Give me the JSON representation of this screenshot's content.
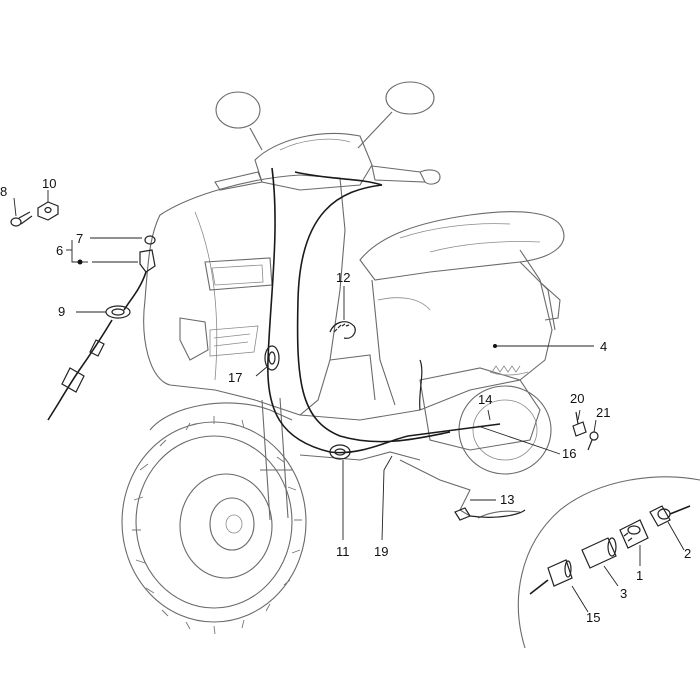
{
  "callouts": [
    {
      "id": "c1",
      "text": "1"
    },
    {
      "id": "c2",
      "text": "2"
    },
    {
      "id": "c3",
      "text": "3"
    },
    {
      "id": "c4",
      "text": "4"
    },
    {
      "id": "c6",
      "text": "6"
    },
    {
      "id": "c7",
      "text": "7"
    },
    {
      "id": "c8",
      "text": "8"
    },
    {
      "id": "c9",
      "text": "9"
    },
    {
      "id": "c10",
      "text": "10"
    },
    {
      "id": "c11",
      "text": "11"
    },
    {
      "id": "c12",
      "text": "12"
    },
    {
      "id": "c13",
      "text": "13"
    },
    {
      "id": "c14",
      "text": "14"
    },
    {
      "id": "c15",
      "text": "15"
    },
    {
      "id": "c16",
      "text": "16"
    },
    {
      "id": "c17",
      "text": "17"
    },
    {
      "id": "c19",
      "text": "19"
    },
    {
      "id": "c20",
      "text": "20"
    },
    {
      "id": "c21",
      "text": "21"
    }
  ]
}
